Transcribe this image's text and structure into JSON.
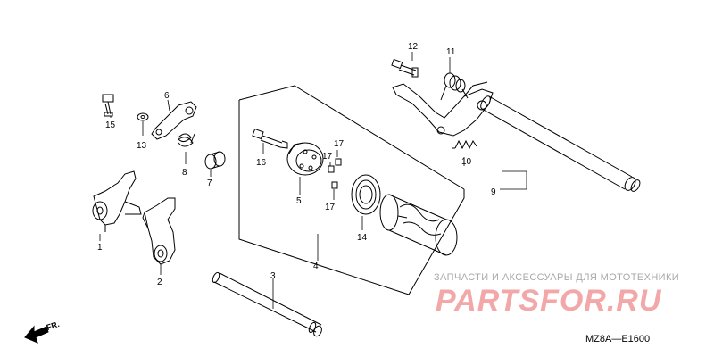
{
  "diagram": {
    "parts": [
      {
        "id": "p1",
        "label": "1"
      },
      {
        "id": "p2",
        "label": "2"
      },
      {
        "id": "p3",
        "label": "3"
      },
      {
        "id": "p4",
        "label": "4"
      },
      {
        "id": "p5",
        "label": "5"
      },
      {
        "id": "p6",
        "label": "6"
      },
      {
        "id": "p7",
        "label": "7"
      },
      {
        "id": "p8",
        "label": "8"
      },
      {
        "id": "p9",
        "label": "9"
      },
      {
        "id": "p10",
        "label": "10"
      },
      {
        "id": "p11",
        "label": "11"
      },
      {
        "id": "p12",
        "label": "12"
      },
      {
        "id": "p13",
        "label": "13"
      },
      {
        "id": "p14",
        "label": "14"
      },
      {
        "id": "p15",
        "label": "15"
      },
      {
        "id": "p16",
        "label": "16"
      },
      {
        "id": "p17a",
        "label": "17"
      },
      {
        "id": "p17b",
        "label": "17"
      },
      {
        "id": "p17c",
        "label": "17"
      }
    ],
    "direction_label": "FR.",
    "diagram_code": "MZ8A—E1600"
  },
  "watermark": {
    "caption": "ЗАПЧАСТИ И АКСЕССУАРЫ ДЛЯ МОТОТЕХНИКИ",
    "logo": "PARTSFOR.RU"
  },
  "colors": {
    "line": "#000000",
    "watermark_caption": "#a9a9a9",
    "watermark_logo": "#f2a8a8"
  }
}
